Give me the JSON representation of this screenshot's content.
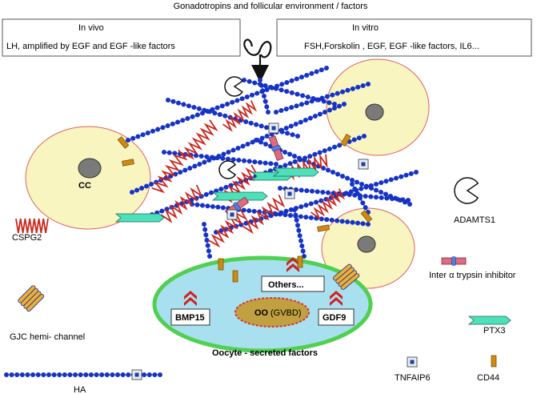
{
  "header": {
    "title": "Gonadotropins and follicular environment / factors",
    "in_vivo": {
      "heading": "In vivo",
      "text": "LH,  amplified by EGF and EGF -like factors"
    },
    "in_vitro": {
      "heading": "In vitro",
      "text": "FSH,Forskolin , EGF, EGF -like factors, IL6..."
    }
  },
  "cell_labels": {
    "cumulus_cell": "CC"
  },
  "oocyte": {
    "label": "OO",
    "gvbd": "(GVBD)",
    "caption": "Oocyte - secreted factors",
    "factors": {
      "bmp15": "BMP15",
      "gdf9": "GDF9",
      "others": "Others..."
    }
  },
  "legend": {
    "adamts1": "ADAMTS1",
    "inter_alpha_prefix": "Inter ",
    "alpha": "α",
    "inter_alpha_suffix": " trypsin inhibitor",
    "ptx3": "PTX3",
    "cspg2": "CSPG2",
    "gjc": "GJC hemi- channel",
    "tnfaip6": "TNFAIP6",
    "cd44": "CD44",
    "ha": "HA"
  },
  "colors": {
    "cell_fill": "#f8f5c0",
    "cell_border": "#e06060",
    "nucleus": "#7a7a78",
    "oocyte_fill": "#a8e0f0",
    "oocyte_border": "#4fd04f",
    "ha_bead": "#1533c8",
    "cspg2": "#c8281e",
    "cd44": "#d08a10",
    "ptx3": "#4ee0b8",
    "inter_alpha": "#e06a82",
    "gvbd_fill": "#c0a040",
    "chevron": "#d22020"
  }
}
